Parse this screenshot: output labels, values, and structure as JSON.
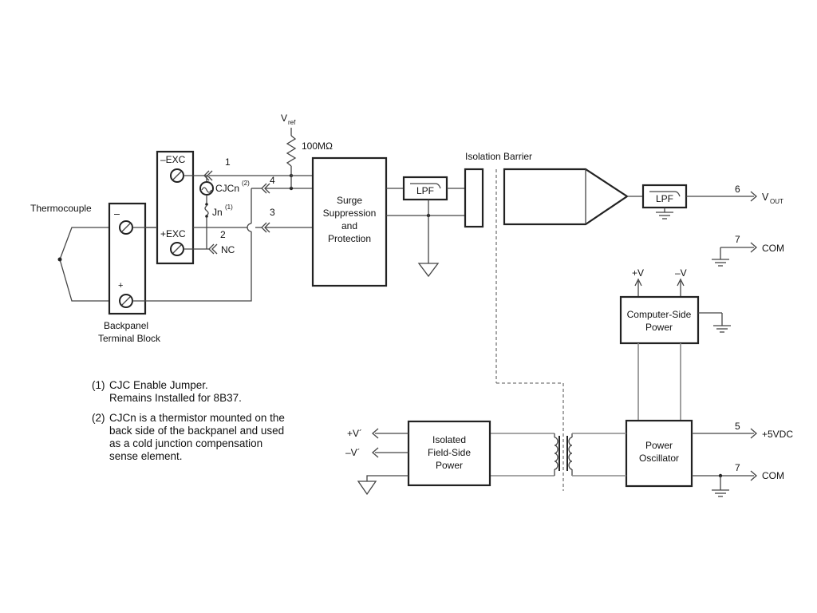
{
  "labels": {
    "thermocouple": "Thermocouple",
    "minus": "–",
    "plus": "+",
    "backpanel_1": "Backpanel",
    "backpanel_2": "Terminal Block",
    "exc_neg": "–EXC",
    "exc_pos": "+EXC",
    "cjcn": "CJCn",
    "cjcn_sup": "(2)",
    "jn": "Jn",
    "jn_sup": "(1)",
    "nc": "NC",
    "vref": "V",
    "vref_sub": "ref",
    "resistor": "100MΩ",
    "pin_1": "1",
    "pin_2": "2",
    "pin_3": "3",
    "pin_4": "4",
    "pin_5": "5",
    "pin_6": "6",
    "pin_7a": "7",
    "pin_7b": "7",
    "surge_1": "Surge",
    "surge_2": "Suppression",
    "surge_3": "and",
    "surge_4": "Protection",
    "lpf_in": "LPF",
    "lpf_out": "LPF",
    "isolation_barrier": "Isolation Barrier",
    "vout": "V",
    "vout_sub": "OUT",
    "com_1": "COM",
    "com_2": "COM",
    "plus_v": "+V",
    "minus_v": "–V",
    "computer_power_1": "Computer-Side",
    "computer_power_2": "Power",
    "plus_5vdc": "+5VDC",
    "oscillator_1": "Power",
    "oscillator_2": "Oscillator",
    "field_power_1": "Isolated",
    "field_power_2": "Field-Side",
    "field_power_3": "Power",
    "plus_v_prime": "+V´",
    "minus_v_prime": "–V´"
  },
  "notes": [
    {
      "num": "(1)",
      "line1": "CJC Enable Jumper.",
      "line2": "Remains Installed for 8B37.",
      "line3": "",
      "line4": ""
    },
    {
      "num": "(2)",
      "line1": "CJCn is a thermistor mounted on the",
      "line2": "back side of the backpanel and used",
      "line3": "as a cold junction compensation",
      "line4": "sense element."
    }
  ]
}
